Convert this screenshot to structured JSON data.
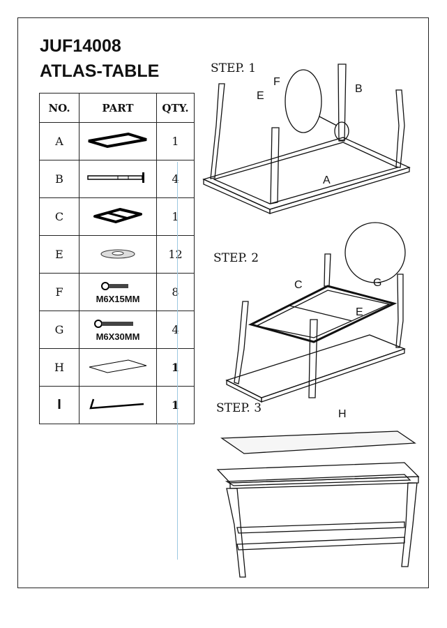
{
  "model": "JUF14008",
  "name": "ATLAS-TABLE",
  "table": {
    "headers": [
      "NO.",
      "PART",
      "QTY."
    ],
    "rows": [
      {
        "no": "A",
        "part_icon": "table-top-frame",
        "qty": "1"
      },
      {
        "no": "B",
        "part_icon": "leg",
        "qty": "4"
      },
      {
        "no": "C",
        "part_icon": "shelf-frame",
        "qty": "1"
      },
      {
        "no": "E",
        "part_icon": "washer",
        "qty": "12"
      },
      {
        "no": "F",
        "part_icon": "bolt",
        "label": "M6X15MM",
        "qty": "8"
      },
      {
        "no": "G",
        "part_icon": "bolt",
        "label": "M6X30MM",
        "qty": "4"
      },
      {
        "no": "H",
        "part_icon": "glass-top",
        "qty": "1"
      },
      {
        "no": "I",
        "part_icon": "allen-key",
        "qty": "1"
      }
    ]
  },
  "steps": [
    {
      "label": "STEP. 1",
      "callouts": [
        "F",
        "E",
        "B",
        "A"
      ]
    },
    {
      "label": "STEP. 2",
      "callouts": [
        "C",
        "E",
        "G"
      ]
    },
    {
      "label": "STEP. 3",
      "callouts": [
        "H"
      ]
    }
  ]
}
